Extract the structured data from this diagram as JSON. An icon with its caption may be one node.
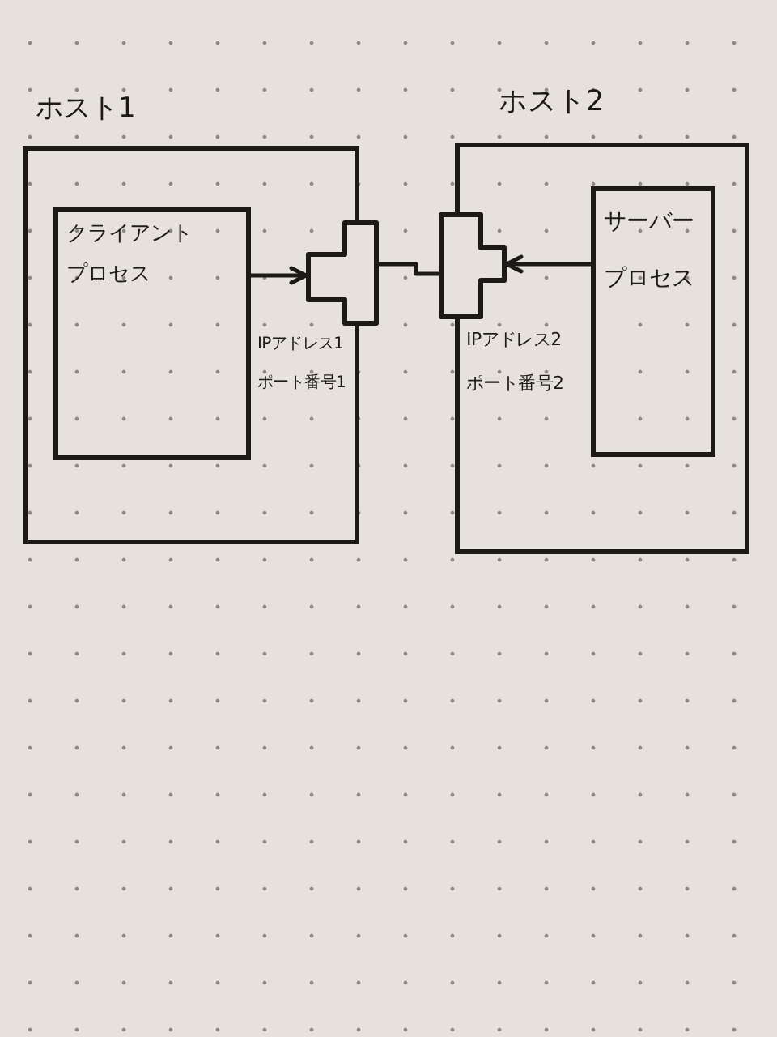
{
  "diagram": {
    "nodes": [
      {
        "text": [
          "ホスト1"
        ]
      },
      {
        "text": [
          "クライアントプロセス"
        ],
        "in": 0
      },
      {
        "text": [],
        "shape": "cross",
        "beside": [
          "IPアドレス1ポート番号1"
        ]
      },
      {
        "text": [
          "ホスト2"
        ]
      },
      {
        "text": [],
        "shape": "cross",
        "beside": [
          "IPアドレス2ポート番号2"
        ]
      },
      {
        "text": [
          "サーバープロセス"
        ],
        "in": 3
      }
    ],
    "edges": [
      {
        "from": 1,
        "to": 2,
        "arrow": "to"
      },
      {
        "from": 2,
        "to": 4,
        "arrow": "none"
      },
      {
        "from": 5,
        "to": 4,
        "arrow": "to"
      }
    ]
  }
}
